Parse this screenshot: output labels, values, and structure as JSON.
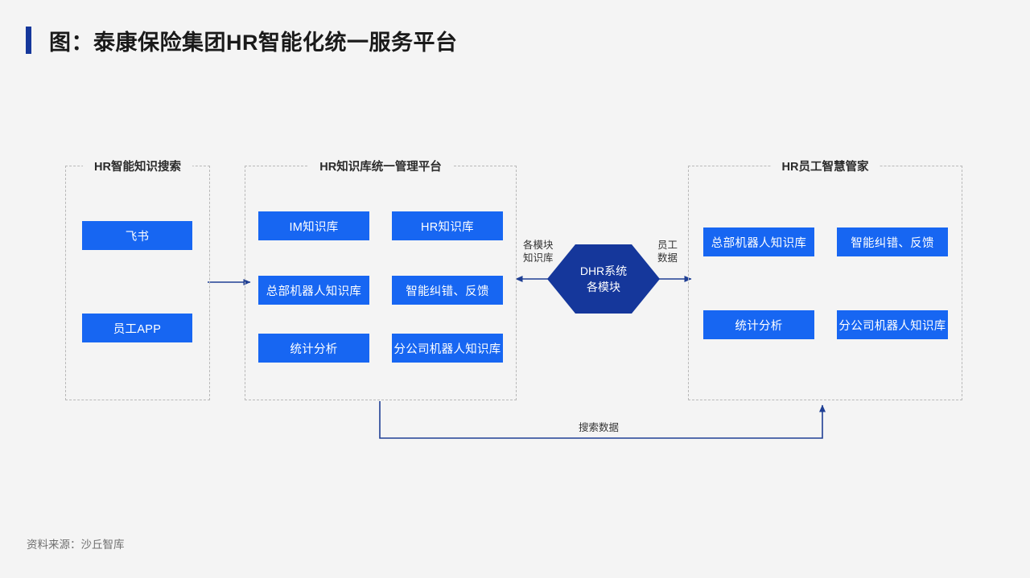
{
  "header": {
    "title": "图：泰康保险集团HR智能化统一服务平台",
    "accent_color": "#15379b"
  },
  "theme": {
    "background": "#f4f4f4",
    "box_blue": "#1766f2",
    "hexagon_navy": "#15379b",
    "arrow_navy": "#1f3f94",
    "panel_border": "#b9b9b9"
  },
  "panels": {
    "left": {
      "title": "HR智能知识搜索",
      "boxes": [
        {
          "label": "飞书"
        },
        {
          "label": "员工APP"
        }
      ]
    },
    "middle": {
      "title": "HR知识库统一管理平台",
      "boxes": [
        {
          "label": "IM知识库"
        },
        {
          "label": "HR知识库"
        },
        {
          "label": "总部机器人知识库"
        },
        {
          "label": "智能纠错、反馈"
        },
        {
          "label": "统计分析"
        },
        {
          "label": "分公司机器人知识库"
        }
      ]
    },
    "right": {
      "title": "HR员工智慧管家",
      "boxes": [
        {
          "label": "总部机器人知识库"
        },
        {
          "label": "智能纠错、反馈"
        },
        {
          "label": "统计分析"
        },
        {
          "label": "分公司机器人知识库"
        }
      ]
    }
  },
  "hexagon": {
    "line1": "DHR系统",
    "line2": "各模块"
  },
  "edges": {
    "modules_knowledge_base": {
      "line1": "各模块",
      "line2": "知识库"
    },
    "employee_data": {
      "line1": "员工",
      "line2": "数据"
    },
    "search_data": "搜索数据"
  },
  "footer": {
    "source": "资料来源：沙丘智库"
  }
}
